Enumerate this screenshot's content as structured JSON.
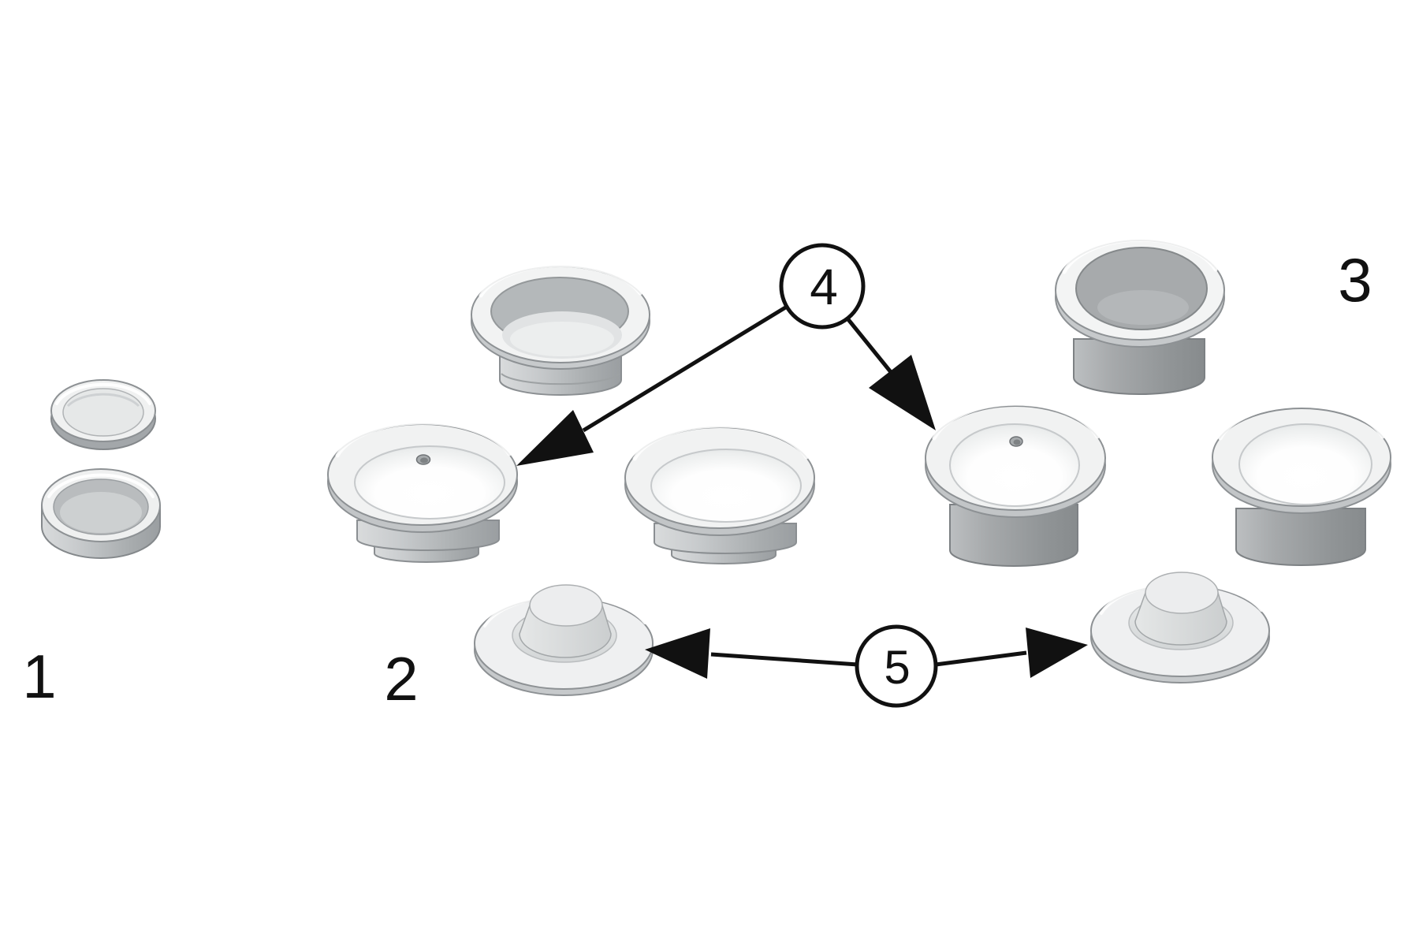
{
  "diagram": {
    "background": "#ffffff",
    "labels": {
      "group1": "1",
      "group2": "2",
      "group3": "3"
    },
    "callouts": {
      "c4": {
        "label": "4"
      },
      "c5": {
        "label": "5"
      }
    },
    "parts": {
      "group1": [
        "lid-ring",
        "shallow-cup"
      ],
      "group2": [
        "flanged-cup",
        "bowl-with-pinhole",
        "plain-bowl",
        "stepped-cap"
      ],
      "group3": [
        "deep-flanged-cup",
        "bowl-with-pinhole",
        "plain-bowl",
        "stepped-cap"
      ]
    },
    "palette": {
      "background": "#ffffff",
      "outline_light": "#8d9194",
      "outline_dark": "#7d8184",
      "callout_line": "#111111",
      "surface_light": "#f1f2f2",
      "surface_mid": "#c6c9cb",
      "surface_dark": "#a0a4a6"
    }
  }
}
